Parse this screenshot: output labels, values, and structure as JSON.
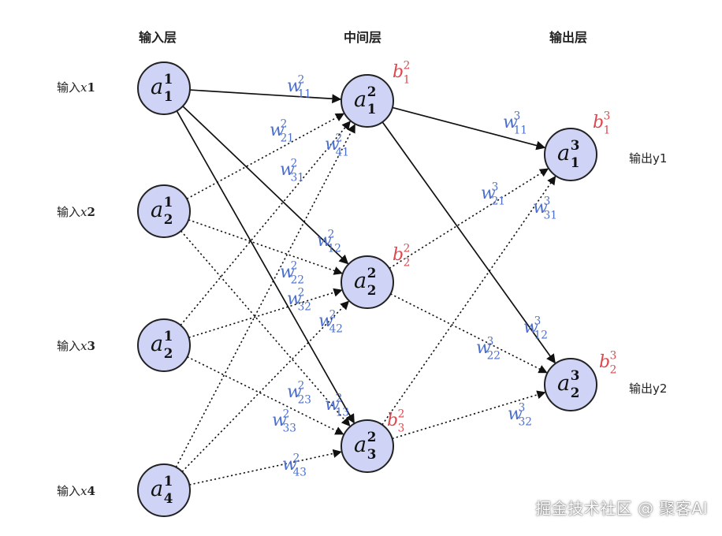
{
  "headers": {
    "input_layer": "输入层",
    "hidden_layer": "中间层",
    "output_layer": "输出层"
  },
  "input_labels": [
    {
      "prefix": "输入",
      "var": "x",
      "num": "1"
    },
    {
      "prefix": "输入",
      "var": "x",
      "num": "2"
    },
    {
      "prefix": "输入",
      "var": "x",
      "num": "3"
    },
    {
      "prefix": "输入",
      "var": "x",
      "num": "4"
    }
  ],
  "output_labels": [
    "输出y1",
    "输出y2"
  ],
  "nodes": {
    "input": [
      {
        "base": "a",
        "sup": "1",
        "sub": "1"
      },
      {
        "base": "a",
        "sup": "1",
        "sub": "2"
      },
      {
        "base": "a",
        "sup": "1",
        "sub": "2"
      },
      {
        "base": "a",
        "sup": "1",
        "sub": "4"
      }
    ],
    "hidden": [
      {
        "base": "a",
        "sup": "2",
        "sub": "1"
      },
      {
        "base": "a",
        "sup": "2",
        "sub": "2"
      },
      {
        "base": "a",
        "sup": "2",
        "sub": "3"
      }
    ],
    "output": [
      {
        "base": "a",
        "sup": "3",
        "sub": "1"
      },
      {
        "base": "a",
        "sup": "3",
        "sub": "2"
      }
    ]
  },
  "biases": [
    {
      "base": "b",
      "sup": "2",
      "sub": "1"
    },
    {
      "base": "b",
      "sup": "2",
      "sub": "2"
    },
    {
      "base": "b",
      "sup": "2",
      "sub": "3"
    },
    {
      "base": "b",
      "sup": "3",
      "sub": "1"
    },
    {
      "base": "b",
      "sup": "3",
      "sub": "2"
    }
  ],
  "weights": [
    {
      "base": "w",
      "sup": "2",
      "sub": "11"
    },
    {
      "base": "w",
      "sup": "2",
      "sub": "21"
    },
    {
      "base": "w",
      "sup": "2",
      "sub": "41"
    },
    {
      "base": "w",
      "sup": "2",
      "sub": "31"
    },
    {
      "base": "w",
      "sup": "2",
      "sub": "12"
    },
    {
      "base": "w",
      "sup": "2",
      "sub": "22"
    },
    {
      "base": "w",
      "sup": "2",
      "sub": "32"
    },
    {
      "base": "w",
      "sup": "2",
      "sub": "42"
    },
    {
      "base": "w",
      "sup": "2",
      "sub": "23"
    },
    {
      "base": "w",
      "sup": "2",
      "sub": "13"
    },
    {
      "base": "w",
      "sup": "2",
      "sub": "33"
    },
    {
      "base": "w",
      "sup": "2",
      "sub": "43"
    },
    {
      "base": "w",
      "sup": "3",
      "sub": "11"
    },
    {
      "base": "w",
      "sup": "3",
      "sub": "21"
    },
    {
      "base": "w",
      "sup": "3",
      "sub": "31"
    },
    {
      "base": "w",
      "sup": "3",
      "sub": "12"
    },
    {
      "base": "w",
      "sup": "3",
      "sub": "22"
    },
    {
      "base": "w",
      "sup": "3",
      "sub": "32"
    }
  ],
  "colors": {
    "node_fill": "#cfd3f6",
    "node_stroke": "#222222",
    "weight_label": "#4a6fd1",
    "bias_label": "#e0474c",
    "edge": "#111111"
  },
  "watermark": "掘金技术社区 @ 聚客AI"
}
